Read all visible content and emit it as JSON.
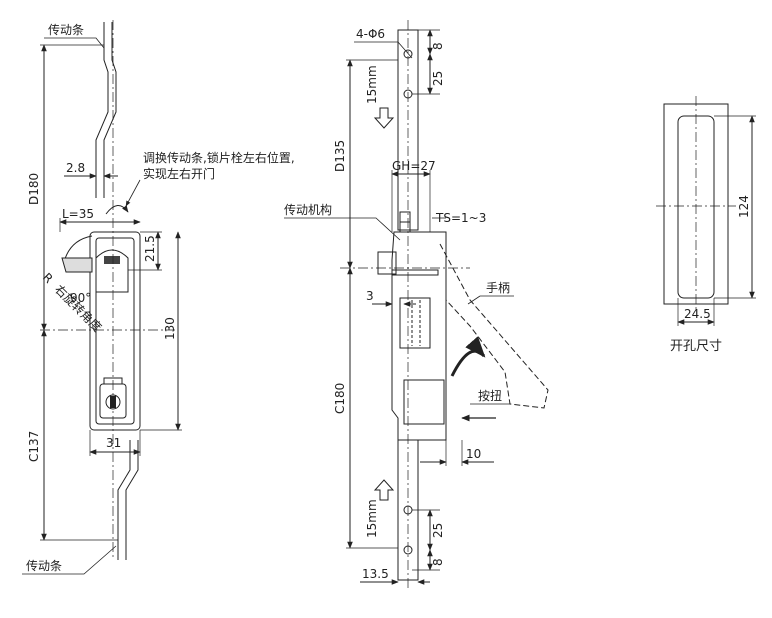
{
  "labels": {
    "drive_bar_top": "传动条",
    "drive_bar_bottom": "传动条",
    "adjust_note_1": "调换传动条,锁片栓左右位置,",
    "adjust_note_2": "实现左右开门",
    "rotation_radius": "R",
    "rotation_label": "右旋转角度",
    "rotation_angle": "90°",
    "hole_spec": "4-Φ6",
    "mechanism": "传动机构",
    "handle": "手柄",
    "button": "按扭",
    "cutout_title": "开孔尺寸"
  },
  "dims": {
    "d180": "D180",
    "c137": "C137",
    "v2_8": "2.8",
    "l35": "L=35",
    "v21_5": "21.5",
    "v130": "130",
    "v31": "31",
    "v8_top": "8",
    "v25_top": "25",
    "v15mm_top": "15mm",
    "d135": "D135",
    "gh27": "GH=27",
    "ts": "TS=1~3",
    "v3": "3",
    "c180": "C180",
    "v10": "10",
    "v15mm_bottom": "15mm",
    "v25_bottom": "25",
    "v8_bottom": "8",
    "v13_5": "13.5",
    "v124": "124",
    "v24_5": "24.5"
  }
}
